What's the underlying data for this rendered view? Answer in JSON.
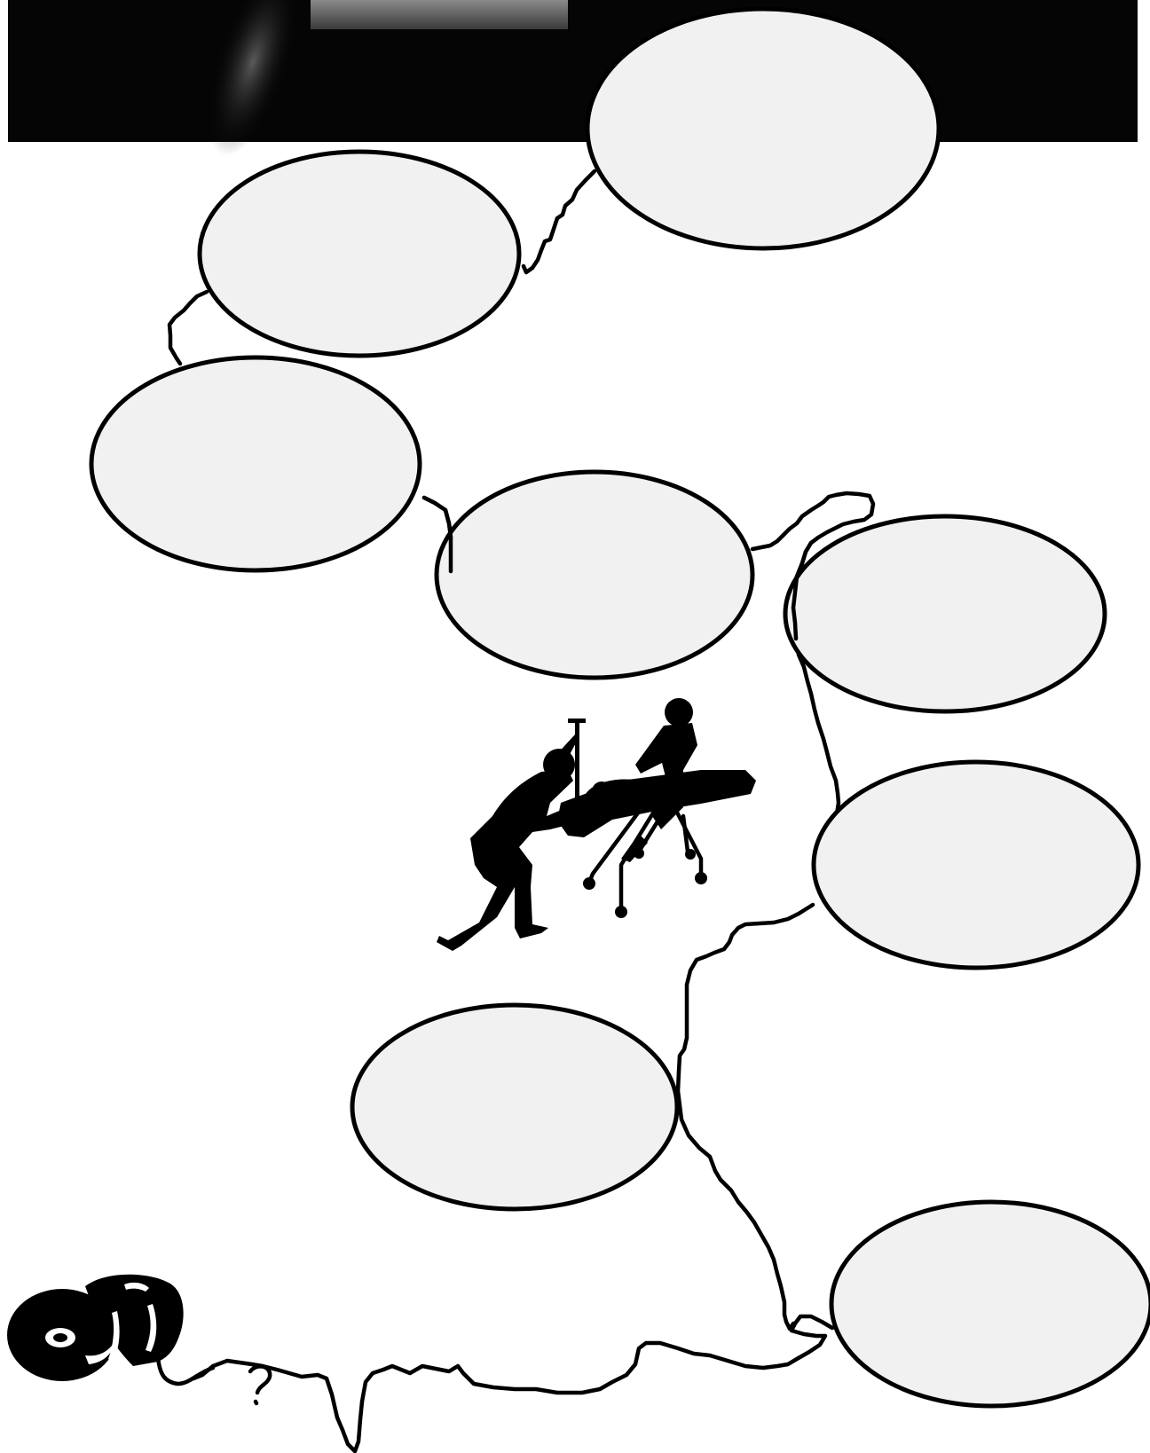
{
  "colors": {
    "page_background": "#ffffff",
    "banner_background": "#050505",
    "bubble_fill": "#f1f1f1",
    "outline": "#000000"
  },
  "header_banner": {
    "description_icon": "dark-photo-banner-icon"
  },
  "bubbles": [
    {
      "id": "bubble-1",
      "text": ""
    },
    {
      "id": "bubble-2",
      "text": ""
    },
    {
      "id": "bubble-3",
      "text": ""
    },
    {
      "id": "bubble-4",
      "text": ""
    },
    {
      "id": "bubble-5",
      "text": ""
    },
    {
      "id": "bubble-6",
      "text": ""
    },
    {
      "id": "bubble-7",
      "text": ""
    },
    {
      "id": "bubble-8",
      "text": ""
    }
  ],
  "illustrations": {
    "center": "paramedics-stretcher-icon",
    "bottom_left": "yarn-spool-icon"
  }
}
